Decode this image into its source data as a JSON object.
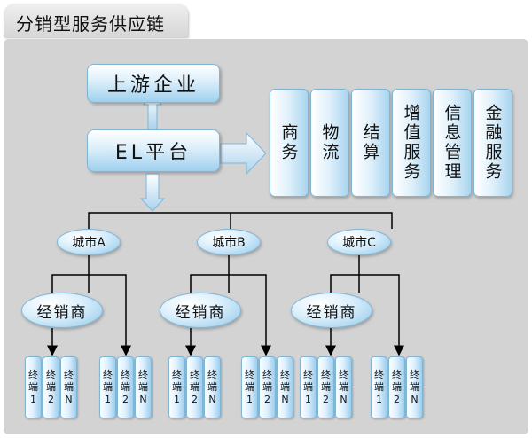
{
  "title": "分销型服务供应链",
  "nodes": {
    "upstream": "上游企业",
    "platform": "EL平台"
  },
  "services": [
    "商务",
    "物流",
    "结算",
    "增值服务",
    "信息管理",
    "金融服务"
  ],
  "cities": [
    "城市A",
    "城市B",
    "城市C"
  ],
  "dealer": "经销商",
  "terminal": {
    "char1": "终",
    "char2": "端",
    "ids": [
      "1",
      "2",
      "N"
    ]
  }
}
